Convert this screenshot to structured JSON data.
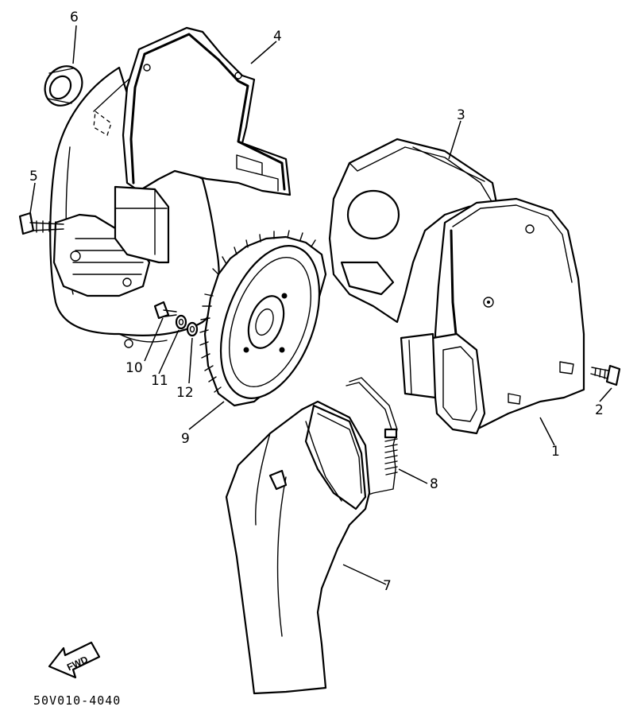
{
  "diagram": {
    "part_numbers": [
      "1",
      "2",
      "3",
      "4",
      "5",
      "6",
      "7",
      "8",
      "9",
      "10",
      "11",
      "12"
    ],
    "direction_label": "FWD",
    "drawing_code": "50V010-4040"
  },
  "colors": {
    "ink": "#000000",
    "paper": "#ffffff"
  }
}
